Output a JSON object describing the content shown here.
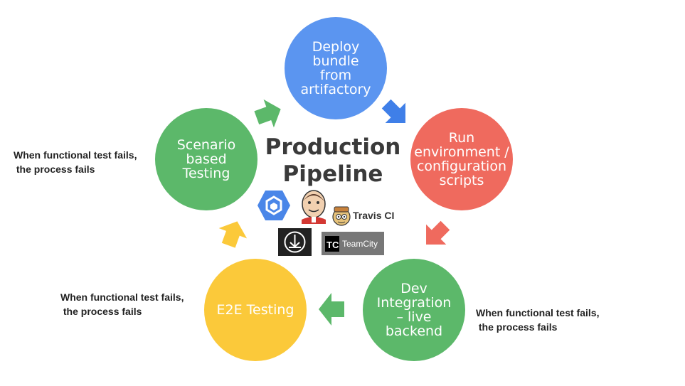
{
  "title": "Production\nPipeline",
  "stages": {
    "deploy": "Deploy\nbundle\nfrom\nartifactory",
    "run": "Run\nenvironment /\nconfiguration\nscripts",
    "dev": "Dev\nIntegration\n– live\nbackend",
    "e2e": "E2E Testing",
    "scenario": "Scenario\nbased\nTesting"
  },
  "notes": {
    "left": "When functional test fails,\n the process fails",
    "bottom": "When functional test fails,\n the process fails",
    "right": "When functional test fails,\n the process fails"
  },
  "logos": {
    "travis": "Travis CI",
    "teamcity": "TeamCity",
    "teamcity_mark": "TC"
  },
  "colors": {
    "deploy": "#5b95f0",
    "run": "#ef6a5e",
    "dev": "#5cb86a",
    "e2e": "#fbc93a",
    "scenario": "#5cb86a"
  }
}
